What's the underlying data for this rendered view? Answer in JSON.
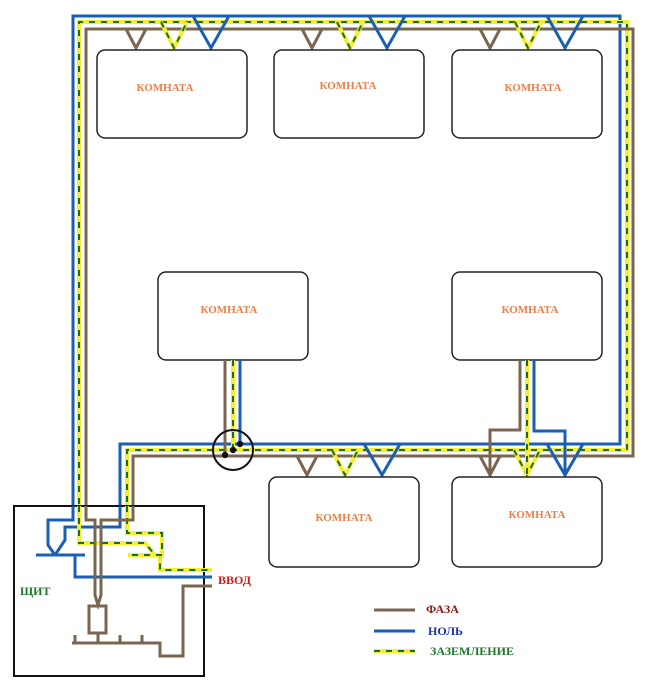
{
  "colors": {
    "phase": "#7a6550",
    "neutral": "#1a5fb4",
    "ground_a": "#f2ee30",
    "ground_b": "#1e6b2a",
    "room_label": "#e8804a",
    "panel_label": "#1e7a2a",
    "input_label": "#d01818",
    "legend_phase": "#8b1a1a",
    "legend_neutral": "#1a2fb4",
    "legend_ground": "#1e7a2a"
  },
  "rooms": [
    {
      "label": "КОМНАТА"
    },
    {
      "label": "КОМНАТА"
    },
    {
      "label": "КОМНАТА"
    },
    {
      "label": "КОМНАТА"
    },
    {
      "label": "КОМНАТА"
    },
    {
      "label": "КОМНАТА"
    },
    {
      "label": "КОМНАТА"
    }
  ],
  "panel": {
    "label": "ЩИТ"
  },
  "input": {
    "label": "ВВОД"
  },
  "legend": {
    "phase": "ФАЗА",
    "neutral": "НОЛЬ",
    "ground": "ЗАЗЕМЛЕНИЕ"
  },
  "junction": {
    "name": "junction-box"
  }
}
